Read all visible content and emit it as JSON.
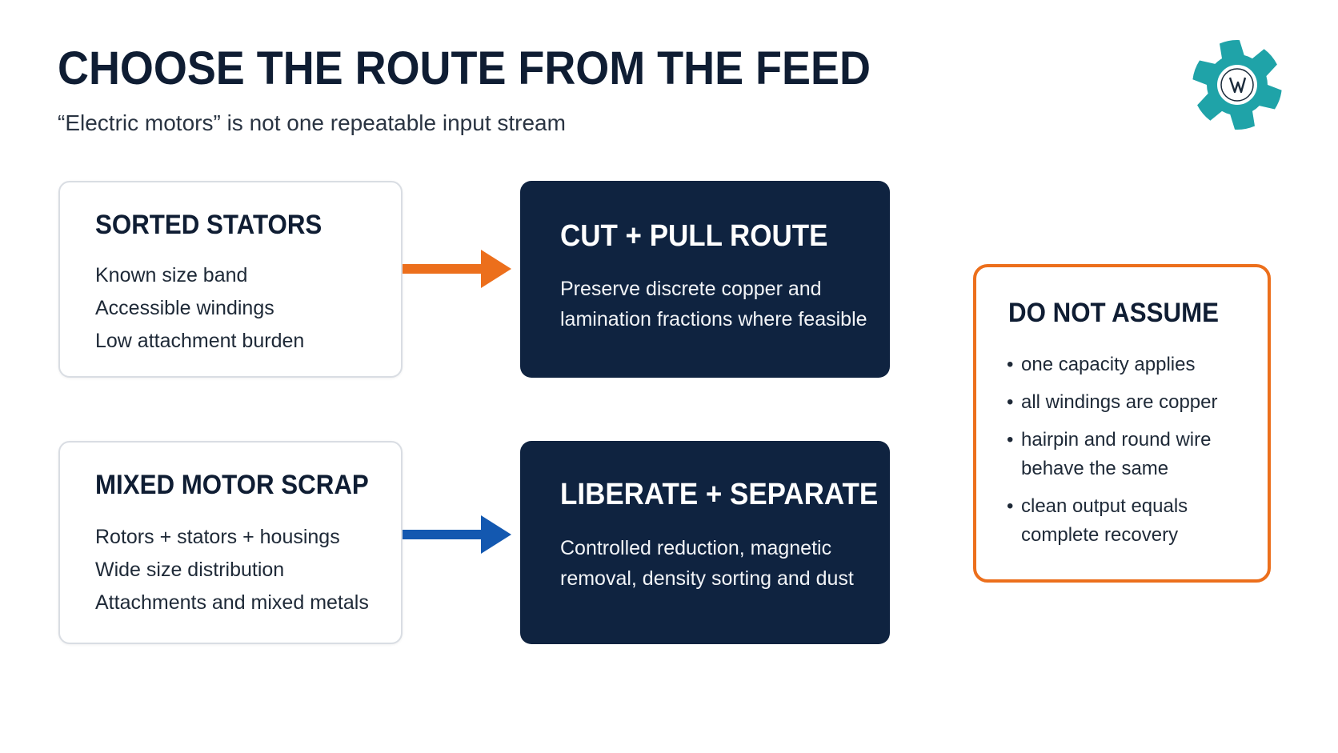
{
  "header": {
    "title": "CHOOSE THE ROUTE FROM THE FEED",
    "subtitle": "“Electric motors” is not one repeatable input stream"
  },
  "logo": {
    "icon": "gear-logo-icon",
    "colors": {
      "gear": "#1fa3a8",
      "center": "#ffffff",
      "mark": "#1a2a3a"
    }
  },
  "flows": [
    {
      "input": {
        "title": "SORTED STATORS",
        "lines": [
          "Known size band",
          "Accessible windings",
          "Low attachment burden"
        ]
      },
      "arrow_color": "#ec6f1c",
      "route": {
        "title": "CUT + PULL ROUTE",
        "description": "Preserve discrete copper and lamination fractions where feasible"
      }
    },
    {
      "input": {
        "title": "MIXED MOTOR SCRAP",
        "lines": [
          "Rotors + stators + housings",
          "Wide size distribution",
          "Attachments and mixed metals"
        ]
      },
      "arrow_color": "#1358b0",
      "route": {
        "title": "LIBERATE + SEPARATE",
        "description": "Controlled reduction, magnetic removal, density sorting and dust"
      }
    }
  ],
  "warning": {
    "title": "DO NOT ASSUME",
    "border_color": "#ec6f1c",
    "items": [
      "one capacity applies",
      "all windings are copper",
      "hairpin and round wire behave the same",
      "clean output equals complete recovery"
    ]
  },
  "colors": {
    "navy": "#0f2340",
    "orange": "#ec6f1c",
    "blue": "#1358b0"
  }
}
